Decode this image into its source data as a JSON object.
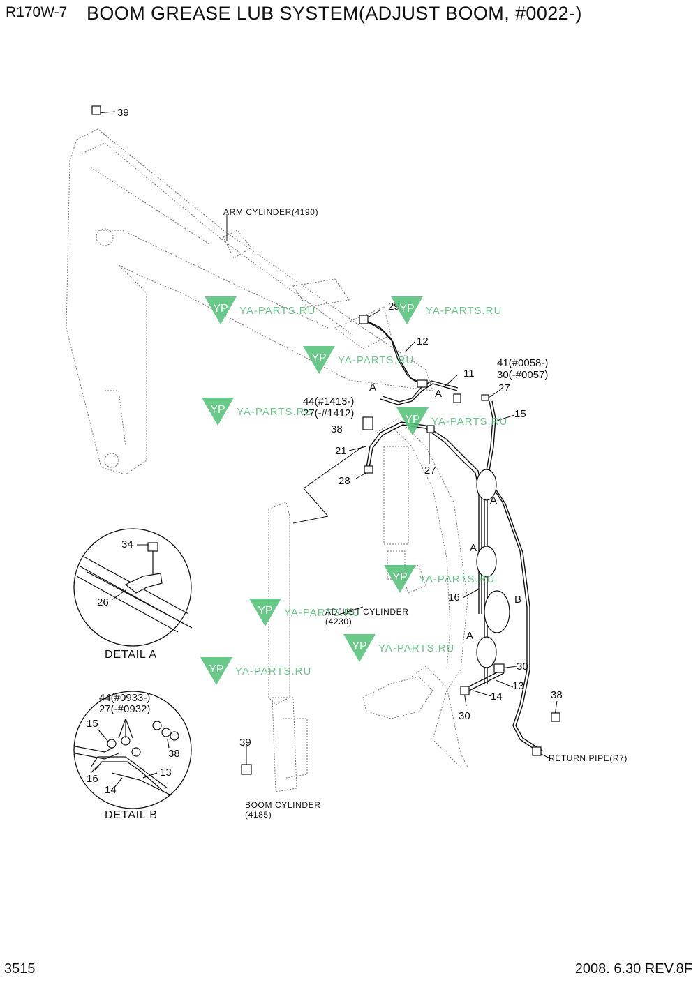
{
  "header": {
    "model": "R170W-7",
    "title": "BOOM GREASE LUB SYSTEM(ADJUST BOOM, #0022-)"
  },
  "footer": {
    "page_number": "3515",
    "revision": "2008. 6.30  REV.8F"
  },
  "callouts": {
    "c39_top": "39",
    "c29": "29",
    "c12": "12",
    "c11": "11",
    "c41": "41(#0058-)",
    "c30_a": "30(-#0057)",
    "c27_a": "27",
    "c15": "15",
    "cA_1": "A",
    "cA_2": "A",
    "c44": "44(#1413-)",
    "c27_b": "27(-#1412)",
    "c38_a": "38",
    "c21": "21",
    "c27_c": "27",
    "c28": "28",
    "cA_3": "A",
    "cA_4": "A",
    "c16": "16",
    "cB": "B",
    "cA_5": "A",
    "c30_b": "30",
    "c13": "13",
    "c14": "14",
    "c30_c": "30",
    "c38_b": "38",
    "c39_bottom": "39",
    "c34": "34",
    "c26": "26",
    "c44_b": "44(#0933-)",
    "c27_d": "27(-#0932)",
    "c15_b": "15",
    "c16_b": "16",
    "c14_b": "14",
    "c13_b": "13",
    "c38_c": "38"
  },
  "component_labels": {
    "arm_cylinder": "ARM  CYLINDER(4190)",
    "adjust_cylinder_1": "ADJUST CYLINDER",
    "adjust_cylinder_2": "(4230)",
    "boom_cylinder_1": "BOOM  CYLINDER",
    "boom_cylinder_2": "(4185)",
    "return_pipe": "RETURN PIPE(R7)"
  },
  "details": {
    "detail_a": "DETAIL  A",
    "detail_b": "DETAIL  B"
  },
  "watermark": {
    "text": "YA-PARTS.RU",
    "logo": "YP",
    "color": "#4fbf73"
  }
}
